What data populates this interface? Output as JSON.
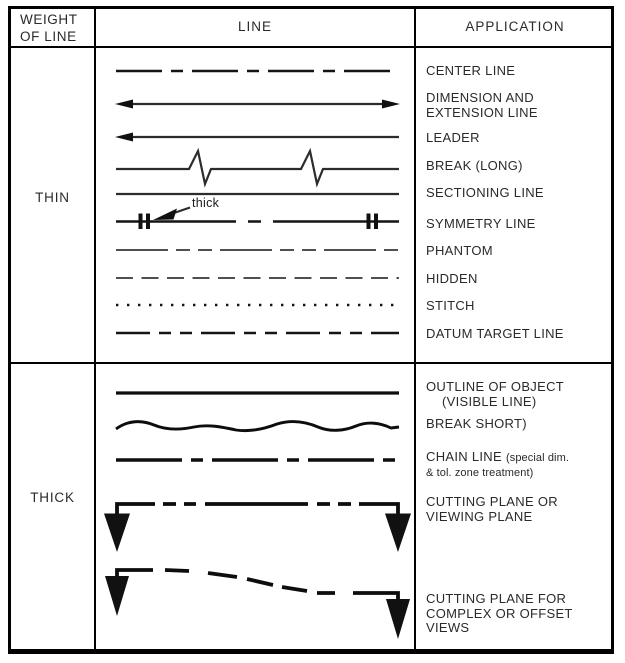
{
  "header": {
    "weight_of_line": [
      "WEIGHT",
      "OF LINE"
    ],
    "line": "LINE",
    "application": "APPLICATION"
  },
  "sections": {
    "thin": {
      "label": "THIN",
      "rows": [
        {
          "name": "center-line",
          "lines": [
            "CENTER LINE"
          ]
        },
        {
          "name": "dimension-extension-line",
          "lines": [
            "DIMENSION AND",
            "EXTENSION LINE"
          ]
        },
        {
          "name": "leader",
          "lines": [
            "LEADER"
          ]
        },
        {
          "name": "break-long",
          "lines": [
            "BREAK (LONG)"
          ]
        },
        {
          "name": "sectioning-line",
          "lines": [
            "SECTIONING LINE"
          ]
        },
        {
          "name": "symmetry-line",
          "lines": [
            "SYMMETRY LINE"
          ],
          "annotation": "thick"
        },
        {
          "name": "phantom",
          "lines": [
            "PHANTOM"
          ]
        },
        {
          "name": "hidden",
          "lines": [
            "HIDDEN"
          ]
        },
        {
          "name": "stitch",
          "lines": [
            "STITCH"
          ]
        },
        {
          "name": "datum-target-line",
          "lines": [
            "DATUM TARGET LINE"
          ]
        }
      ]
    },
    "thick": {
      "label": "THICK",
      "rows": [
        {
          "name": "outline-of-object",
          "lines": [
            "OUTLINE OF OBJECT",
            "(VISIBLE LINE)"
          ]
        },
        {
          "name": "break-short",
          "lines": [
            "BREAK SHORT)"
          ]
        },
        {
          "name": "chain-line",
          "main": "CHAIN LINE",
          "note_lines": [
            "(special dim.",
            "& tol. zone treatment)"
          ]
        },
        {
          "name": "cutting-plane",
          "lines": [
            "CUTTING PLANE OR",
            "VIEWING PLANE"
          ]
        },
        {
          "name": "cutting-plane-offset",
          "lines": [
            "CUTTING PLANE FOR",
            "COMPLEX OR OFFSET",
            "VIEWS"
          ]
        }
      ]
    }
  },
  "colors": {
    "ink": "#111111",
    "thin_line": "#2c2c2c",
    "gray_line": "#4f4f4f",
    "paper": "#ffffff"
  }
}
